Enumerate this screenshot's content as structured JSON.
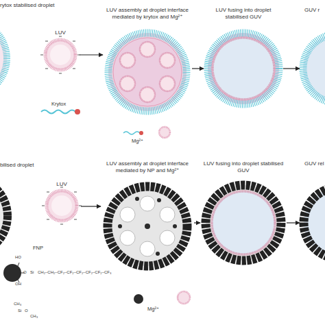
{
  "diagram": {
    "nodes": [
      {
        "text": [
          "rytox stabilised droplet"
        ]
      },
      {
        "text": [
          "LUV"
        ]
      },
      {
        "text": [
          "LUV assembly at droplet interface mediated by krytox and Mg²⁺"
        ]
      },
      {
        "text": [
          "LUV fusing into droplet stabilised GUV"
        ]
      },
      {
        "text": [
          "GUV r"
        ]
      },
      {
        "text": [
          "bilised droplet"
        ]
      },
      {
        "text": [
          "LUV"
        ]
      },
      {
        "text": [
          "LUV assembly at droplet interface mediated by NP and Mg²⁺"
        ]
      },
      {
        "text": [
          "LUV fusing into droplet stabilised GUV"
        ]
      },
      {
        "text": [
          "GUV rel"
        ]
      }
    ],
    "edges": [
      {
        "from": 1,
        "to": 2,
        "arrow": "to"
      },
      {
        "from": 2,
        "to": 3,
        "arrow": "to"
      },
      {
        "from": 3,
        "to": 4,
        "arrow": "to"
      },
      {
        "from": 6,
        "to": 7,
        "arrow": "to"
      },
      {
        "from": 7,
        "to": 8,
        "arrow": "to"
      },
      {
        "from": 8,
        "to": 9,
        "arrow": "to"
      }
    ],
    "labels": [
      "Krytox",
      "Mg²⁺",
      "FNP",
      "HO",
      "O",
      "Si",
      "CH₂–CH₂–CF₂–CF₂–CF₂–CF₂–CF₂–CF₃",
      "OH",
      "Mg²⁺",
      "CH₃",
      "Si",
      "O",
      "CH₃"
    ]
  }
}
